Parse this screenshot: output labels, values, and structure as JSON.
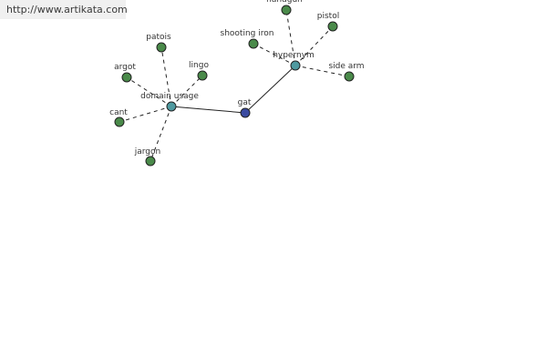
{
  "watermark": {
    "url": "http://www.artikata.com"
  },
  "colors": {
    "leaf": "#4a8a4a",
    "relation": "#4f9aa0",
    "center": "#3a4aa0",
    "edge": "#222222"
  },
  "graph": {
    "center": {
      "id": "gat",
      "label": "gat"
    },
    "relations": [
      {
        "id": "domain-usage",
        "label": "domain usage",
        "leaves": [
          "patois",
          "argot",
          "lingo",
          "cant",
          "jargon"
        ]
      },
      {
        "id": "hypernym",
        "label": "hypernym",
        "leaves": [
          "handgun",
          "pistol",
          "shooting iron",
          "side arm"
        ]
      }
    ]
  }
}
